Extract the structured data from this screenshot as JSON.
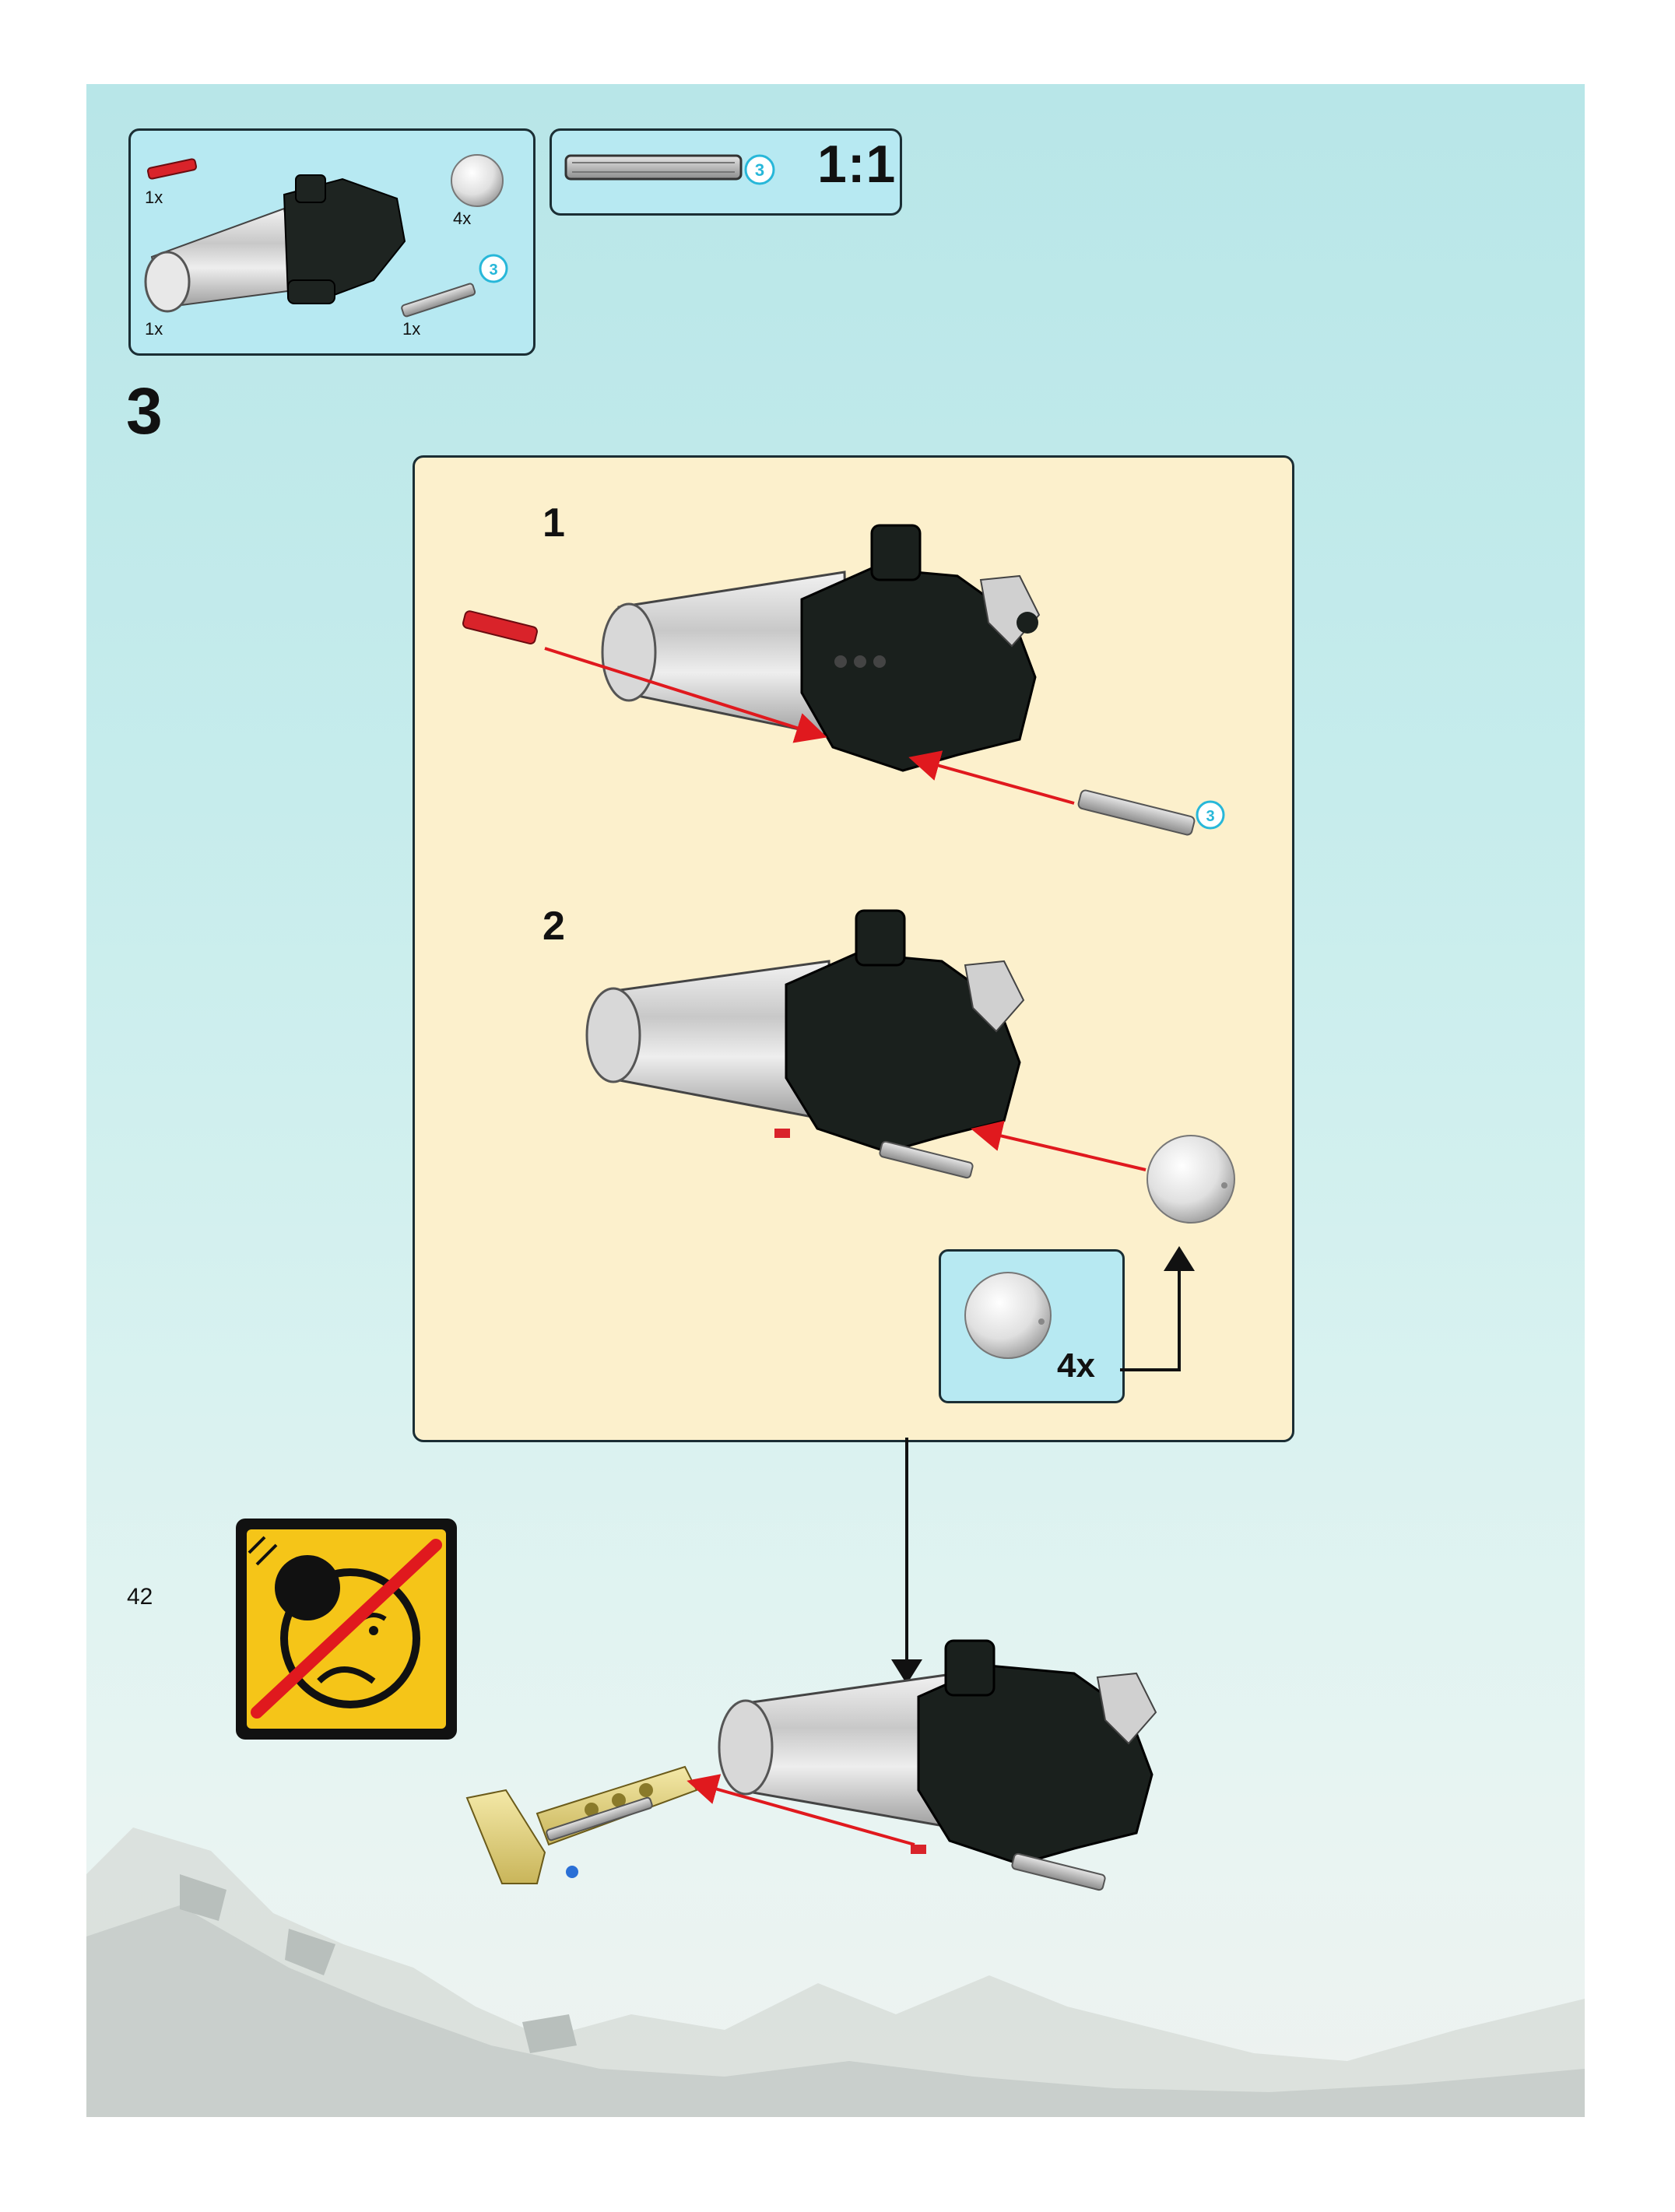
{
  "parts_list": {
    "items": [
      {
        "name": "red-axle-connector",
        "quantity": "1x"
      },
      {
        "name": "white-ball-joint",
        "quantity": "4x"
      },
      {
        "name": "launcher-assembly",
        "quantity": "1x"
      },
      {
        "name": "grey-axle-3",
        "quantity": "1x",
        "length_badge": "3"
      }
    ]
  },
  "scale_reference": {
    "length_badge": "3",
    "ratio": "1:1"
  },
  "step": {
    "number": "3",
    "substeps": [
      {
        "number": "1"
      },
      {
        "number": "2"
      }
    ],
    "callout": {
      "quantity": "4x"
    }
  },
  "warning": {
    "icon": "choking-hazard-icon"
  },
  "page_number": "42",
  "colors": {
    "page_background": "#b8e6e8",
    "panel_blue": "#b7e9f2",
    "substep_panel": "#fcf0cc",
    "arrow_red": "#e0191e",
    "warning_yellow": "#f5c518"
  }
}
